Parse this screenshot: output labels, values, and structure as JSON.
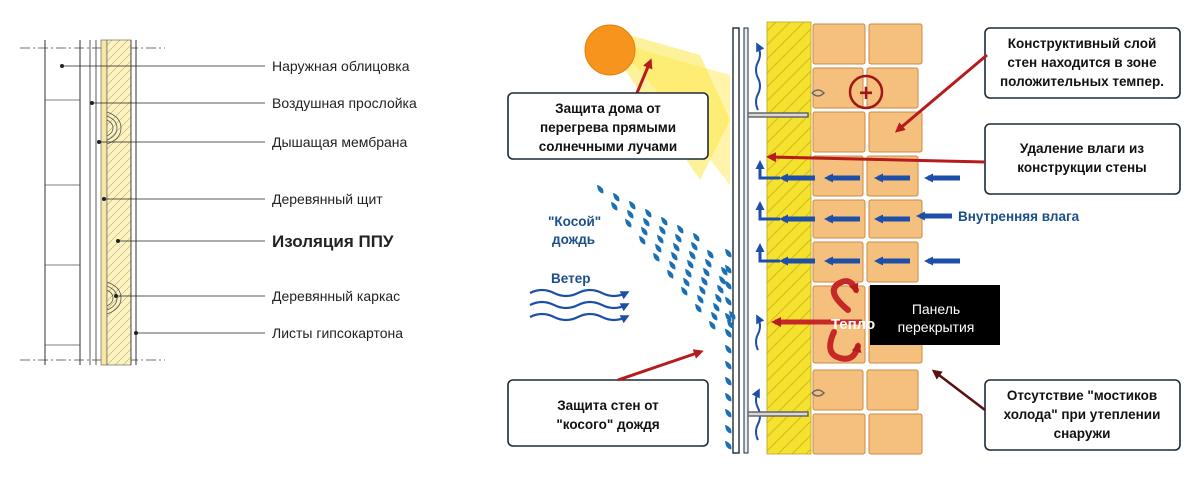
{
  "left_diagram": {
    "labels": [
      {
        "id": "naruzhnaya",
        "text": "Наружная облицовка"
      },
      {
        "id": "vozdushnaya",
        "text": "Воздушная прослойка"
      },
      {
        "id": "membrana",
        "text": "Дышащая мембрана"
      },
      {
        "id": "shchit",
        "text": "Деревянный щит"
      },
      {
        "id": "izolyaciya",
        "text": "Изоляция ППУ"
      },
      {
        "id": "karkas",
        "text": "Деревянный каркас"
      },
      {
        "id": "gipsokarton",
        "text": "Листы гипсокартона"
      }
    ],
    "accent_color": "#f08a1c"
  },
  "right_diagram": {
    "boxes": {
      "sun_protection": [
        "Защита дома от",
        "перегрева прямыми",
        "солнечными лучами"
      ],
      "construct_layer": [
        "Конструктивный слой",
        "стен находится в зоне",
        "положительных темпер."
      ],
      "moisture_removal": [
        "Удаление влаги из",
        "конструкции стены"
      ],
      "rain_protection": [
        "Защита стен от",
        "\"косого\" дождя"
      ],
      "no_bridges": [
        "Отсутствие \"мостиков",
        "холода\" при утеплении",
        "снаружи"
      ]
    },
    "labels": {
      "oblique_rain": [
        "\"Косой\"",
        "дождь"
      ],
      "wind": "Ветер",
      "inner_moisture": "Внутренняя влага",
      "heat": "Тепло",
      "floor_panel": [
        "Панель",
        "перекрытия"
      ],
      "plus_sign": "+"
    },
    "colors": {
      "brick": "#f5c07e",
      "insulation": "#f4e22e",
      "arrow_red": "#b71c1c",
      "arrow_blue": "#1d4fa8",
      "sun": "#f7941d",
      "rain": "#1b6fb5"
    }
  }
}
